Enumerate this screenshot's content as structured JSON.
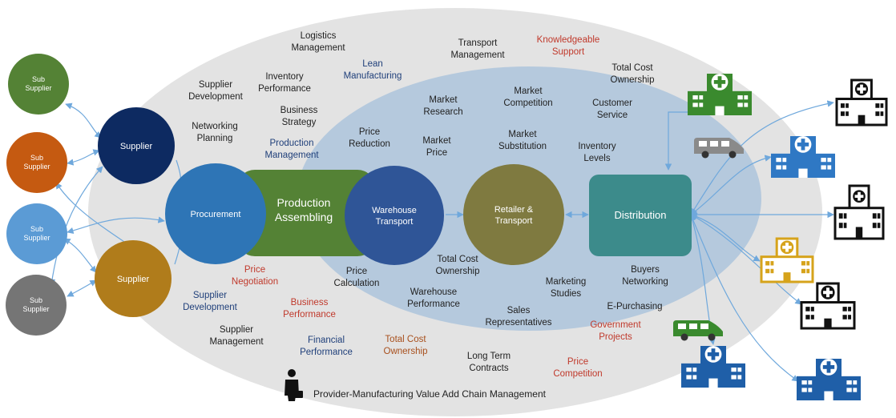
{
  "colors": {
    "outer_ellipse": "#e3e3e3",
    "inner_ellipse": "#b5c9dd",
    "connector": "#6fa8dc",
    "text_dark": "#222222",
    "text_blue": "#1f3f7a",
    "text_red": "#c0392b",
    "text_brown": "#a8501d",
    "hospital_dark": "#1f5fa8",
    "hospital_light": "#2f78c4",
    "hospital_green": "#3a8a2e",
    "hospital_gold": "#d6a31b",
    "hospital_black": "#111111",
    "ambulance": "#8a8a8a",
    "ambulance_green": "#3a8a2e"
  },
  "sub_suppliers": [
    {
      "lines": [
        "Sub",
        "Supplier"
      ],
      "color": "#548235"
    },
    {
      "lines": [
        "Sub",
        "Supplier"
      ],
      "color": "#c55a11"
    },
    {
      "lines": [
        "Sub",
        "Supplier"
      ],
      "color": "#5b9bd5"
    },
    {
      "lines": [
        "Sub",
        "Supplier"
      ],
      "color": "#757575"
    }
  ],
  "suppliers": [
    {
      "label": "Supplier",
      "color": "#0d2a61"
    },
    {
      "label": "Supplier",
      "color": "#b07c1b"
    }
  ],
  "flow": {
    "procurement": {
      "label": "Procurement",
      "color": "#2e75b6"
    },
    "production": {
      "lines": [
        "Production",
        "Assembling"
      ],
      "color": "#548235"
    },
    "warehouse": {
      "lines": [
        "Warehouse",
        "Transport"
      ],
      "color": "#2f5597"
    },
    "retailer": {
      "lines": [
        "Retailer &",
        "Transport"
      ],
      "color": "#7f7a40"
    },
    "distribution": {
      "label": "Distribution",
      "color": "#3c8b8b"
    }
  },
  "terms": [
    {
      "lines": [
        "Logistics",
        "Management"
      ],
      "tone": "dark"
    },
    {
      "lines": [
        "Transport",
        "Management"
      ],
      "tone": "dark"
    },
    {
      "lines": [
        "Knowledgeable",
        "Support"
      ],
      "tone": "red"
    },
    {
      "lines": [
        "Lean",
        "Manufacturing"
      ],
      "tone": "blue"
    },
    {
      "lines": [
        "Total Cost",
        "Ownership"
      ],
      "tone": "dark"
    },
    {
      "lines": [
        "Inventory",
        "Performance"
      ],
      "tone": "dark"
    },
    {
      "lines": [
        "Supplier",
        "Development"
      ],
      "tone": "dark"
    },
    {
      "lines": [
        "Business",
        "Strategy"
      ],
      "tone": "dark"
    },
    {
      "lines": [
        "Market",
        "Research"
      ],
      "tone": "dark"
    },
    {
      "lines": [
        "Market",
        "Competition"
      ],
      "tone": "dark"
    },
    {
      "lines": [
        "Customer",
        "Service"
      ],
      "tone": "dark"
    },
    {
      "lines": [
        "Networking",
        "Planning"
      ],
      "tone": "dark"
    },
    {
      "lines": [
        "Production",
        "Management"
      ],
      "tone": "blue"
    },
    {
      "lines": [
        "Price",
        "Reduction"
      ],
      "tone": "dark"
    },
    {
      "lines": [
        "Market",
        "Price"
      ],
      "tone": "dark"
    },
    {
      "lines": [
        "Market",
        "Substitution"
      ],
      "tone": "dark"
    },
    {
      "lines": [
        "Inventory",
        "Levels"
      ],
      "tone": "dark"
    },
    {
      "lines": [
        "Total Cost",
        "Ownership"
      ],
      "tone": "dark"
    },
    {
      "lines": [
        "Price",
        "Negotiation"
      ],
      "tone": "red"
    },
    {
      "lines": [
        "Price",
        "Calculation"
      ],
      "tone": "dark"
    },
    {
      "lines": [
        "Buyers",
        "Networking"
      ],
      "tone": "dark"
    },
    {
      "lines": [
        "Marketing",
        "Studies"
      ],
      "tone": "dark"
    },
    {
      "lines": [
        "Supplier",
        "Development"
      ],
      "tone": "blue"
    },
    {
      "lines": [
        "Warehouse",
        "Performance"
      ],
      "tone": "dark"
    },
    {
      "lines": [
        "Business",
        "Performance"
      ],
      "tone": "red"
    },
    {
      "lines": [
        "E-Purchasing"
      ],
      "tone": "dark"
    },
    {
      "lines": [
        "Sales",
        "Representatives"
      ],
      "tone": "dark"
    },
    {
      "lines": [
        "Government",
        "Projects"
      ],
      "tone": "red"
    },
    {
      "lines": [
        "Supplier",
        "Management"
      ],
      "tone": "dark"
    },
    {
      "lines": [
        "Financial",
        "Performance"
      ],
      "tone": "blue"
    },
    {
      "lines": [
        "Total Cost",
        "Ownership"
      ],
      "tone": "brown"
    },
    {
      "lines": [
        "Long Term",
        "Contracts"
      ],
      "tone": "dark"
    },
    {
      "lines": [
        "Price",
        "Competition"
      ],
      "tone": "red"
    }
  ],
  "footer_caption": "Provider-Manufacturing Value Add Chain Management",
  "icons": {
    "person": "businessman-icon",
    "hospital": "hospital-icon",
    "ambulance": "ambulance-icon"
  }
}
